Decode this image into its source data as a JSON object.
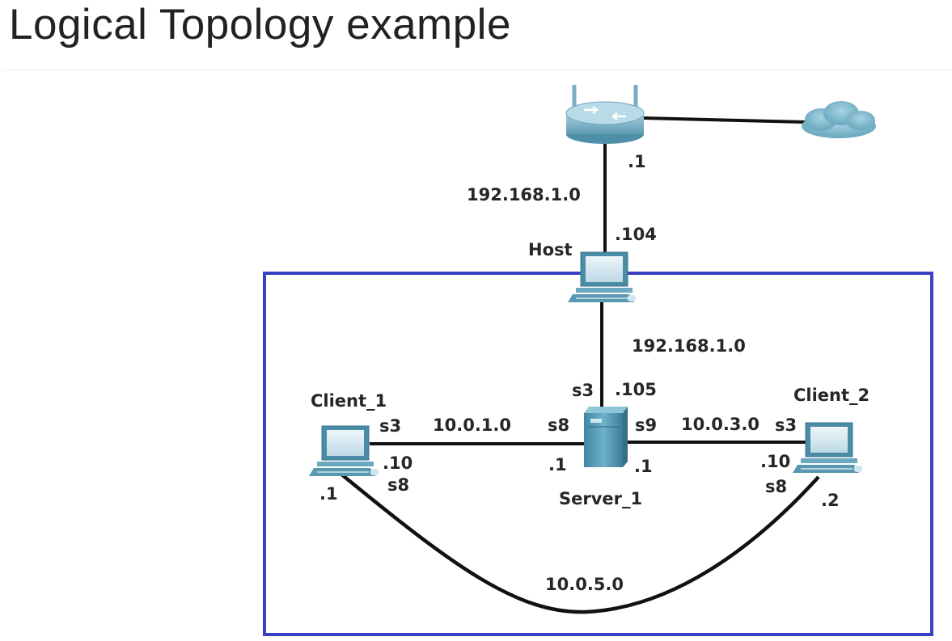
{
  "page": {
    "title": "Logical Topology example"
  },
  "diagram": {
    "colors": {
      "zone_border": "#3b3fc4",
      "link": "#111111",
      "device_body": "#5aa3bd",
      "cloud": "#7fbcd3"
    },
    "nodes": {
      "router": {
        "icon": "router-icon"
      },
      "cloud": {
        "icon": "cloud-icon"
      },
      "host": {
        "icon": "pc-icon",
        "label": "Host"
      },
      "server": {
        "icon": "server-icon",
        "label": "Server_1"
      },
      "client1": {
        "icon": "pc-icon",
        "label": "Client_1"
      },
      "client2": {
        "icon": "pc-icon",
        "label": "Client_2"
      }
    },
    "labels": {
      "router_ip": ".1",
      "net_router_host": "192.168.1.0",
      "host_upper_ip": ".104",
      "net_host_server": "192.168.1.0",
      "server_top_port": "s3",
      "server_top_ip": ".105",
      "client1_port_s3": "s3",
      "client1_ip_10": ".10",
      "client1_port_s8": "s8",
      "client1_ip_1": ".1",
      "net_client1_server": "10.0.1.0",
      "server_left_port": "s8",
      "server_left_ip": ".1",
      "server_right_port": "s9",
      "server_right_ip": ".1",
      "net_server_client2": "10.0.3.0",
      "client2_port_s3": "s3",
      "client2_ip_10": ".10",
      "client2_port_s8": "s8",
      "client2_ip_2": ".2",
      "net_client1_client2": "10.0.5.0"
    }
  }
}
